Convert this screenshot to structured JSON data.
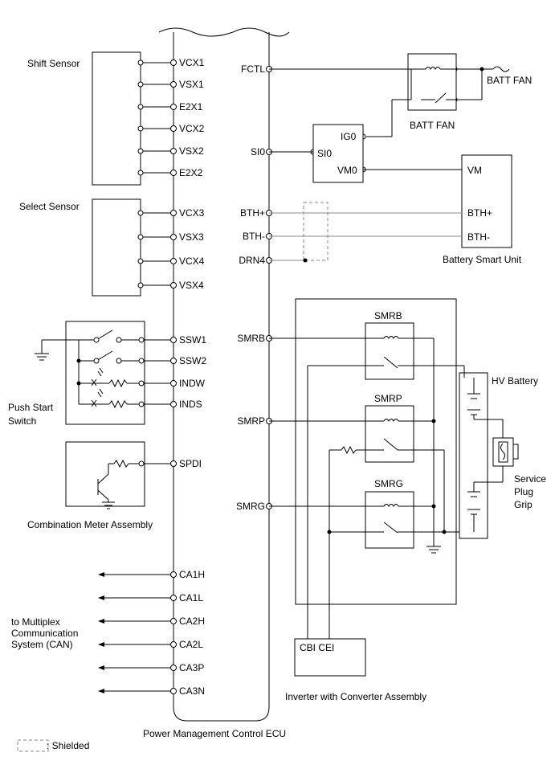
{
  "ecu": {
    "name": "Power Management Control ECU",
    "left_terminals": [
      "VCX1",
      "VSX1",
      "E2X1",
      "VCX2",
      "VSX2",
      "E2X2",
      "VCX3",
      "VSX3",
      "VCX4",
      "VSX4",
      "SSW1",
      "SSW2",
      "INDW",
      "INDS",
      "SPDI",
      "CA1H",
      "CA1L",
      "CA2H",
      "CA2L",
      "CA3P",
      "CA3N"
    ],
    "right_terminals": [
      "FCTL",
      "SI0",
      "BTH+",
      "BTH-",
      "DRN4",
      "SMRB",
      "SMRP",
      "SMRG"
    ]
  },
  "components": {
    "shift_sensor": "Shift Sensor",
    "select_sensor": "Select Sensor",
    "push_start_switch": [
      "Push Start",
      "Switch"
    ],
    "combination_meter": "Combination Meter Assembly",
    "can_label": [
      "to Multiplex",
      "Communication",
      "System (CAN)"
    ],
    "batt_fan_relay": "BATT FAN",
    "batt_fan_fuse": "BATT FAN",
    "fan_module_pins": [
      "IG0",
      "SI0",
      "VM0"
    ],
    "battery_smart_unit": "Battery Smart Unit",
    "battery_smart_pins": [
      "VM",
      "BTH+",
      "BTH-"
    ],
    "relays": [
      "SMRB",
      "SMRP",
      "SMRG"
    ],
    "hv_battery": "HV Battery",
    "service_plug": [
      "Service",
      "Plug",
      "Grip"
    ],
    "inverter_pins": "CBI CEI",
    "inverter": "Inverter with Converter Assembly"
  },
  "legend": {
    "shielded": ": Shielded"
  }
}
